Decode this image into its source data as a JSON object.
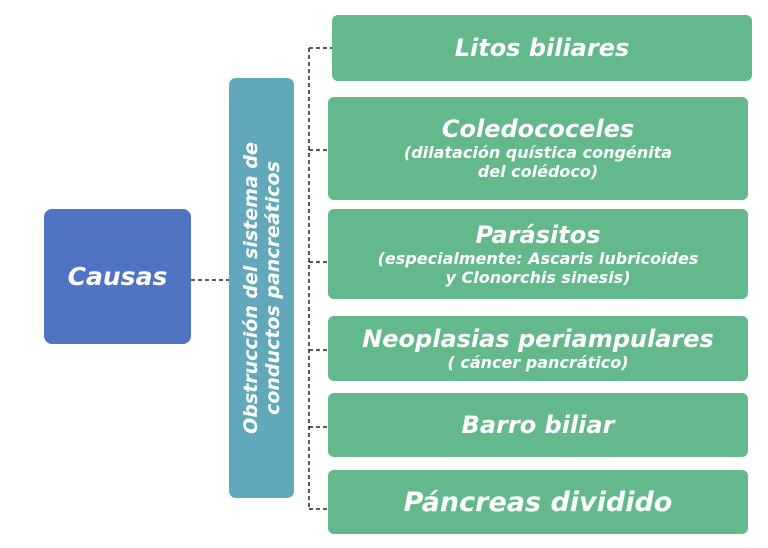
{
  "root": {
    "label": "Causas",
    "color": "#4f74c4"
  },
  "group": {
    "line1": "Obstrucción del sistema de",
    "line2": "conductos pancreáticos",
    "color": "#62a8bb"
  },
  "items": [
    {
      "title": "Litos biliares",
      "sub1": "",
      "sub2": ""
    },
    {
      "title": "Coledococeles",
      "sub1": "(dilatación quística congénita",
      "sub2": "del colédoco)"
    },
    {
      "title": "Parásitos",
      "sub1": "(especialmente: Ascaris lubricoides",
      "sub2": "y Clonorchis sinesis)"
    },
    {
      "title": "Neoplasias periampulares",
      "sub1": "( cáncer pancrático)",
      "sub2": ""
    },
    {
      "title": "Barro biliar",
      "sub1": "",
      "sub2": ""
    },
    {
      "title": "Páncreas dividido",
      "sub1": "",
      "sub2": ""
    }
  ],
  "item_color": "#63b98c"
}
